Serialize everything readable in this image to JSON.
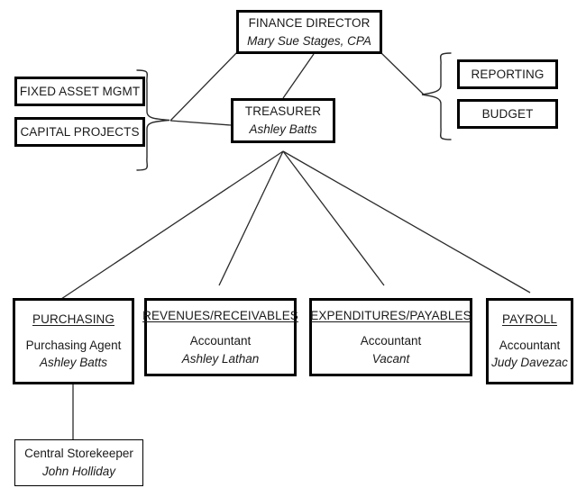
{
  "chart": {
    "type": "organization-chart",
    "background_color": "#ffffff",
    "line_color": "#2b2b2b",
    "border_color": "#000000",
    "text_color": "#1a1a1a"
  },
  "nodes": {
    "finance_director": {
      "title": "FINANCE DIRECTOR",
      "person": "Mary Sue Stages, CPA"
    },
    "treasurer": {
      "title": "TREASURER",
      "person": "Ashley Batts"
    },
    "fixed_asset_mgmt": {
      "title": "FIXED ASSET MGMT"
    },
    "capital_projects": {
      "title": "CAPITAL PROJECTS"
    },
    "reporting": {
      "title": "REPORTING"
    },
    "budget": {
      "title": "BUDGET"
    },
    "purchasing": {
      "title": "PURCHASING",
      "role": "Purchasing Agent",
      "person": "Ashley Batts"
    },
    "revenues_receivables": {
      "title": "REVENUES/RECEIVABLES",
      "role": "Accountant",
      "person": "Ashley Lathan"
    },
    "expenditures_payables": {
      "title": "EXPENDITURES/PAYABLES",
      "role": "Accountant",
      "person": "Vacant"
    },
    "payroll": {
      "title": "PAYROLL",
      "role": "Accountant",
      "person": "Judy Davezac"
    },
    "central_storekeeper": {
      "role": "Central Storekeeper",
      "person": "John Holliday"
    }
  },
  "connectors": [
    {
      "name": "finance-director-to-treasurer",
      "from": "finance_director",
      "to": "treasurer"
    },
    {
      "name": "finance-director-to-left-brace",
      "from": "finance_director",
      "to": "left_brace"
    },
    {
      "name": "finance-director-to-right-brace",
      "from": "finance_director",
      "to": "right_brace"
    },
    {
      "name": "treasurer-to-left-brace",
      "from": "treasurer",
      "to": "left_brace"
    },
    {
      "name": "treasurer-to-purchasing",
      "from": "treasurer",
      "to": "purchasing"
    },
    {
      "name": "treasurer-to-revenues",
      "from": "treasurer",
      "to": "revenues_receivables"
    },
    {
      "name": "treasurer-to-expenditures",
      "from": "treasurer",
      "to": "expenditures_payables"
    },
    {
      "name": "treasurer-to-payroll",
      "from": "treasurer",
      "to": "payroll"
    },
    {
      "name": "purchasing-to-storekeeper",
      "from": "purchasing",
      "to": "central_storekeeper"
    }
  ],
  "braces": [
    {
      "name": "left-brace",
      "groups": [
        "fixed_asset_mgmt",
        "capital_projects"
      ],
      "direction": "right"
    },
    {
      "name": "right-brace",
      "groups": [
        "reporting",
        "budget"
      ],
      "direction": "left"
    }
  ]
}
